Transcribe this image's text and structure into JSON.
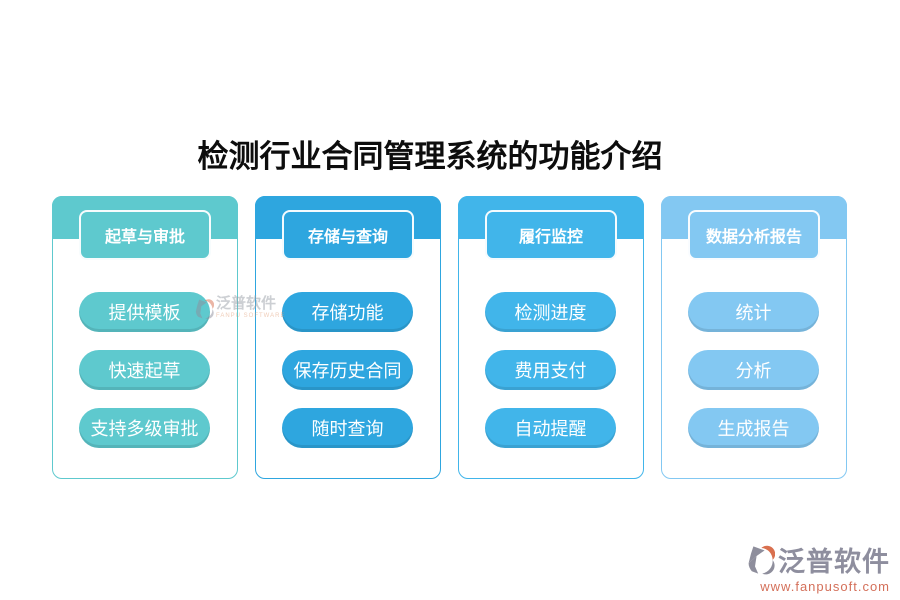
{
  "title": "检测行业合同管理系统的功能介绍",
  "columns": [
    {
      "header": "起草与审批",
      "color": "#5EC9CE",
      "items": [
        "提供模板",
        "快速起草",
        "支持多级审批"
      ]
    },
    {
      "header": "存储与查询",
      "color": "#2EA6DF",
      "items": [
        "存储功能",
        "保存历史合同",
        "随时查询"
      ]
    },
    {
      "header": "履行监控",
      "color": "#41B5EA",
      "items": [
        "检测进度",
        "费用支付",
        "自动提醒"
      ]
    },
    {
      "header": "数据分析报告",
      "color": "#83C8F2",
      "items": [
        "统计",
        "分析",
        "生成报告"
      ]
    }
  ],
  "watermark": {
    "name": "泛普软件",
    "tagline": "FANPU SOFTWARE",
    "icon": "fanpu-logo-icon"
  },
  "brand": {
    "name": "泛普软件",
    "url": "www.fanpusoft.com",
    "icon": "fanpu-logo-icon",
    "name_color": "#8E8E9E",
    "url_color": "#D4705A",
    "icon_gray": "#8E8E9C",
    "icon_orange": "#D9704F"
  }
}
